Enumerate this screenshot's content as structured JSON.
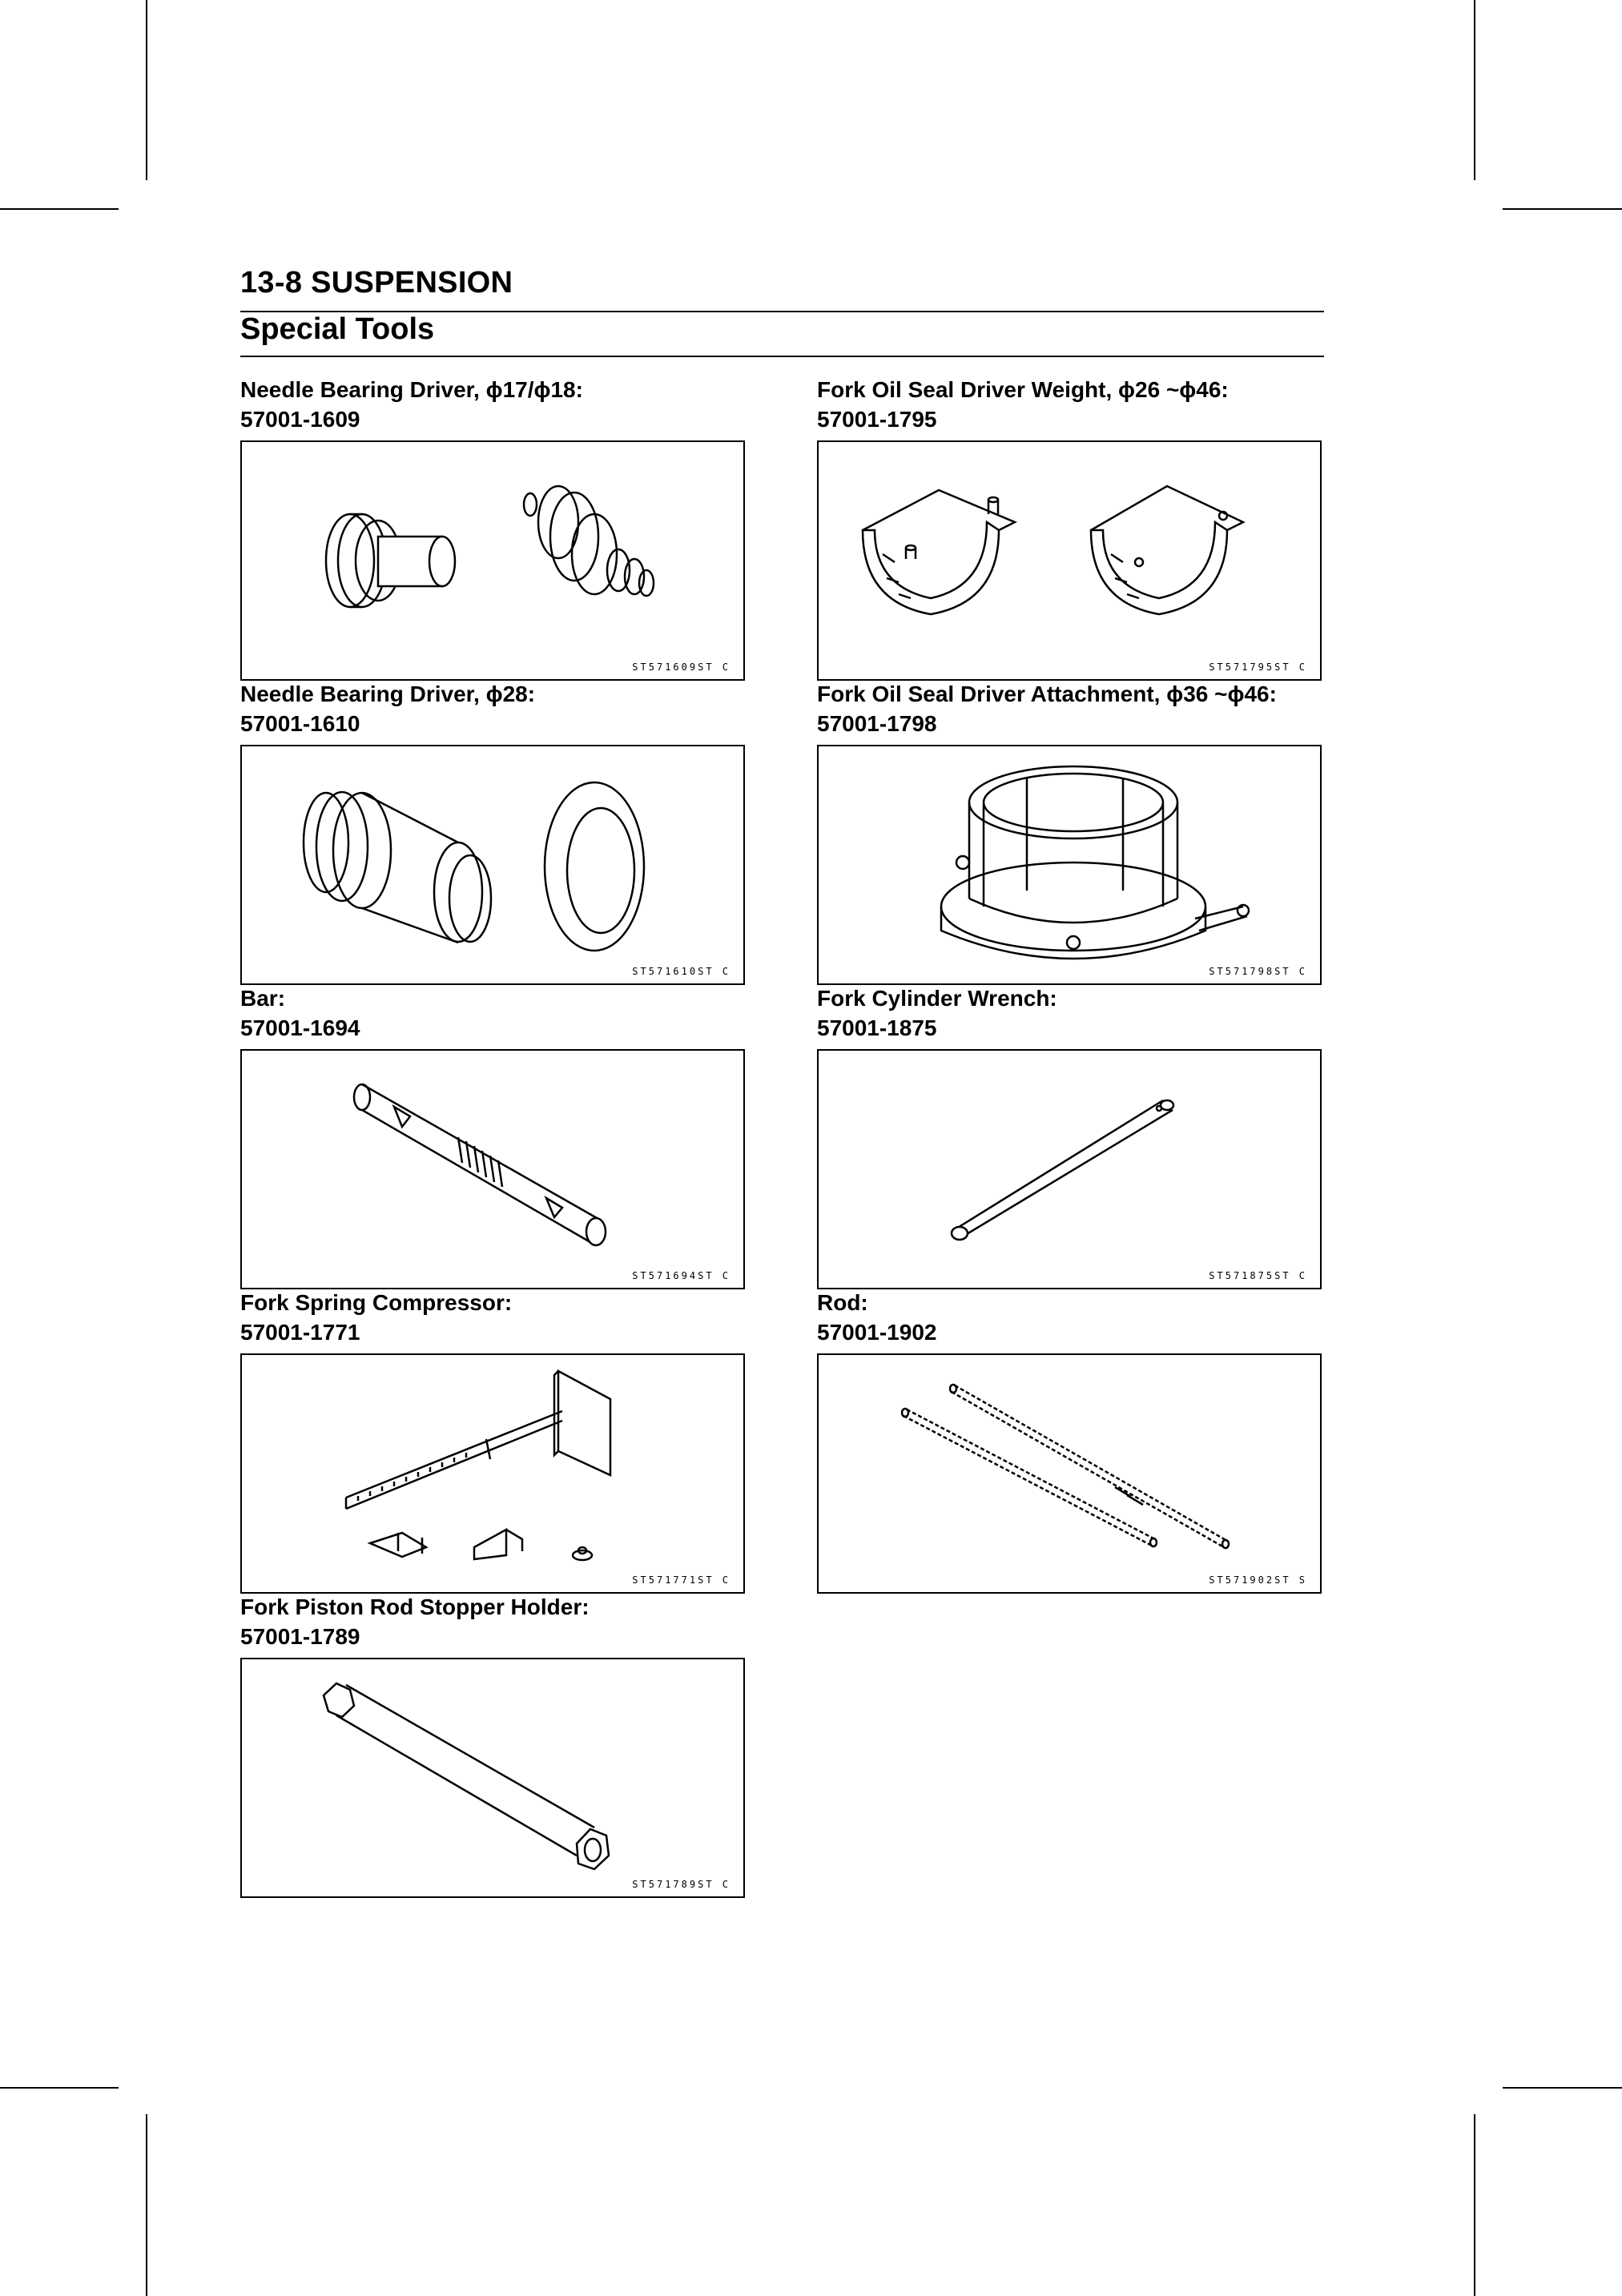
{
  "page": {
    "header_title": "13-8 SUSPENSION",
    "section_title": "Special Tools"
  },
  "tools": [
    {
      "name": "Needle Bearing Driver, ϕ17/ϕ18:",
      "part_number": "57001-1609",
      "figure_code": "ST571609ST C",
      "icon": "needle-bearing-driver-drawing"
    },
    {
      "name": "Fork Oil Seal Driver Weight, ϕ26 ~ϕ46:",
      "part_number": "57001-1795",
      "figure_code": "ST571795ST C",
      "icon": "oil-seal-driver-weight-drawing"
    },
    {
      "name": "Needle Bearing Driver, ϕ28:",
      "part_number": "57001-1610",
      "figure_code": "ST571610ST C",
      "icon": "needle-bearing-driver-28-drawing"
    },
    {
      "name": "Fork Oil Seal Driver Attachment, ϕ36 ~ϕ46:",
      "part_number": "57001-1798",
      "figure_code": "ST571798ST C",
      "icon": "oil-seal-driver-attachment-drawing"
    },
    {
      "name": "Bar:",
      "part_number": "57001-1694",
      "figure_code": "ST571694ST C",
      "icon": "bar-drawing"
    },
    {
      "name": "Fork Cylinder Wrench:",
      "part_number": "57001-1875",
      "figure_code": "ST571875ST C",
      "icon": "cylinder-wrench-drawing"
    },
    {
      "name": "Fork Spring Compressor:",
      "part_number": "57001-1771",
      "figure_code": "ST571771ST C",
      "icon": "spring-compressor-drawing"
    },
    {
      "name": "Rod:",
      "part_number": "57001-1902",
      "figure_code": "ST571902ST S",
      "icon": "rod-drawing"
    },
    {
      "name": "Fork Piston Rod Stopper Holder:",
      "part_number": "57001-1789",
      "figure_code": "ST571789ST C",
      "icon": "stopper-holder-drawing"
    }
  ]
}
